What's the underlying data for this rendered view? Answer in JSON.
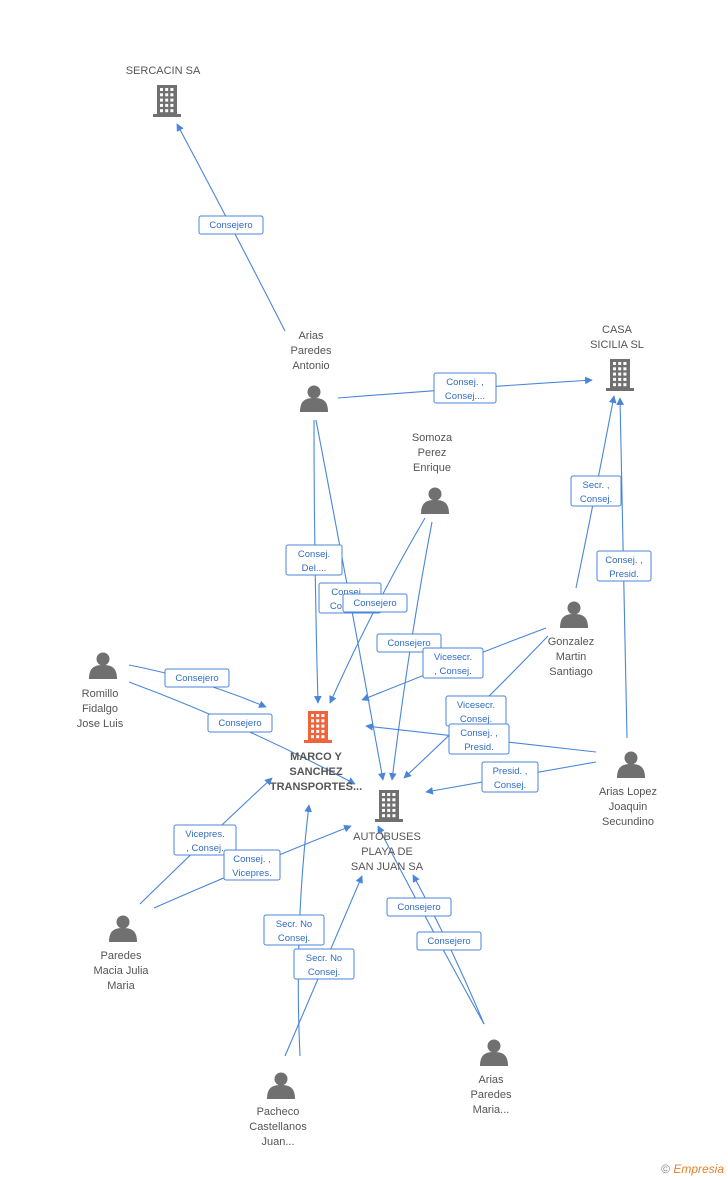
{
  "colors": {
    "edge": "#4a86d8",
    "company": "#707070",
    "company_main": "#f0643c",
    "person": "#707070",
    "label": "#555555"
  },
  "nodes": [
    {
      "id": "sercacin",
      "type": "company",
      "label": [
        "SERCACIN SA"
      ]
    },
    {
      "id": "casasicilia",
      "type": "company",
      "label": [
        "CASA",
        "SICILIA SL"
      ]
    },
    {
      "id": "marco",
      "type": "company_main",
      "label": [
        "MARCO Y",
        "SANCHEZ",
        "TRANSPORTES..."
      ]
    },
    {
      "id": "autobuses",
      "type": "company",
      "label": [
        "AUTOBUSES",
        "PLAYA DE",
        "SAN JUAN SA"
      ]
    },
    {
      "id": "ariasantonio",
      "type": "person",
      "label": [
        "Arias",
        "Paredes",
        "Antonio"
      ]
    },
    {
      "id": "somoza",
      "type": "person",
      "label": [
        "Somoza",
        "Perez",
        "Enrique"
      ]
    },
    {
      "id": "gonzalez",
      "type": "person",
      "label": [
        "Gonzalez",
        "Martin",
        "Santiago"
      ]
    },
    {
      "id": "romillo",
      "type": "person",
      "label": [
        "Romillo",
        "Fidalgo",
        "Jose Luis"
      ]
    },
    {
      "id": "ariaslopez",
      "type": "person",
      "label": [
        "Arias Lopez",
        "Joaquin",
        "Secundino"
      ]
    },
    {
      "id": "paredesmacia",
      "type": "person",
      "label": [
        "Paredes",
        "Macia Julia",
        "Maria"
      ]
    },
    {
      "id": "pacheco",
      "type": "person",
      "label": [
        "Pacheco",
        "Castellanos",
        "Juan..."
      ]
    },
    {
      "id": "ariasmaria",
      "type": "person",
      "label": [
        "Arias",
        "Paredes",
        "Maria..."
      ]
    }
  ],
  "edges": [
    {
      "id": "e1",
      "from": "ariasantonio",
      "to": "sercacin",
      "label": [
        "Consejero"
      ]
    },
    {
      "id": "e2",
      "from": "ariasantonio",
      "to": "casasicilia",
      "label": [
        "Consej. ,",
        "Consej...."
      ]
    },
    {
      "id": "e3",
      "from": "ariasantonio",
      "to": "marco",
      "label": [
        "Consej.",
        "Del...."
      ]
    },
    {
      "id": "e4",
      "from": "ariasantonio",
      "to": "autobuses",
      "label": [
        "Consej. ,",
        "Consej...."
      ]
    },
    {
      "id": "e5",
      "from": "somoza",
      "to": "marco",
      "label": [
        "Consejero"
      ]
    },
    {
      "id": "e6",
      "from": "somoza",
      "to": "autobuses",
      "label": [
        "Consejero"
      ]
    },
    {
      "id": "e7",
      "from": "gonzalez",
      "to": "casasicilia",
      "label": [
        "Secr. ,",
        "Consej."
      ]
    },
    {
      "id": "e8",
      "from": "gonzalez",
      "to": "marco",
      "label": [
        "Vicesecr.",
        ", Consej."
      ]
    },
    {
      "id": "e9",
      "from": "gonzalez",
      "to": "autobuses",
      "label": [
        "Vicesecr.",
        "Consej."
      ]
    },
    {
      "id": "e10",
      "from": "romillo",
      "to": "marco",
      "label": [
        "Consejero"
      ]
    },
    {
      "id": "e11",
      "from": "romillo",
      "to": "autobuses",
      "label": [
        "Consejero"
      ]
    },
    {
      "id": "e12",
      "from": "ariaslopez",
      "to": "casasicilia",
      "label": [
        "Consej. ,",
        "Presid."
      ]
    },
    {
      "id": "e13",
      "from": "ariaslopez",
      "to": "marco",
      "label": [
        "Consej. ,",
        "Presid."
      ]
    },
    {
      "id": "e14",
      "from": "ariaslopez",
      "to": "autobuses",
      "label": [
        "Presid. ,",
        "Consej."
      ]
    },
    {
      "id": "e15",
      "from": "paredesmacia",
      "to": "marco",
      "label": [
        "Vicepres.",
        ", Consej."
      ]
    },
    {
      "id": "e16",
      "from": "paredesmacia",
      "to": "autobuses",
      "label": [
        "Consej. ,",
        "Vicepres."
      ]
    },
    {
      "id": "e17",
      "from": "pacheco",
      "to": "marco",
      "label": [
        "Secr. No",
        "Consej."
      ]
    },
    {
      "id": "e18",
      "from": "pacheco",
      "to": "autobuses",
      "label": [
        "Secr. No",
        "Consej."
      ]
    },
    {
      "id": "e19",
      "from": "ariasmaria",
      "to": "marco",
      "label": [
        "Consejero"
      ]
    },
    {
      "id": "e20",
      "from": "ariasmaria",
      "to": "autobuses",
      "label": [
        "Consejero"
      ]
    }
  ],
  "branding": {
    "copyright": "©",
    "name": "Empresia"
  }
}
